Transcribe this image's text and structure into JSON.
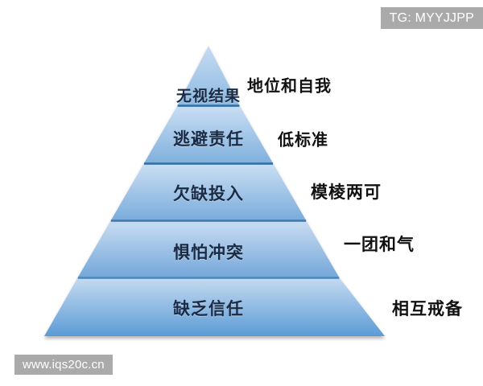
{
  "watermarks": {
    "top_right": "TG: MYYJJPP",
    "bottom_left": "www.iqs20c.cn"
  },
  "colors": {
    "tier_light": "#bcd6ef",
    "tier_mid": "#8fbce4",
    "tier_dark": "#5b9bd5",
    "edge_line": "#2e6da4",
    "background": "#ffffff",
    "watermark_bg": "#aaaaaa",
    "inner_text": "#1b2b45",
    "side_text": "#111111"
  },
  "chart_data": {
    "type": "pyramid",
    "title": "",
    "orientation": "apex-up",
    "tier_count": 5,
    "tiers": [
      {
        "index": 1,
        "inner_label": "无视结果",
        "side_label": "地位和自我"
      },
      {
        "index": 2,
        "inner_label": "逃避责任",
        "side_label": "低标准"
      },
      {
        "index": 3,
        "inner_label": "欠缺投入",
        "side_label": "模棱两可"
      },
      {
        "index": 4,
        "inner_label": "惧怕冲突",
        "side_label": "一团和气"
      },
      {
        "index": 5,
        "inner_label": "缺乏信任",
        "side_label": "相互戒备"
      }
    ]
  }
}
